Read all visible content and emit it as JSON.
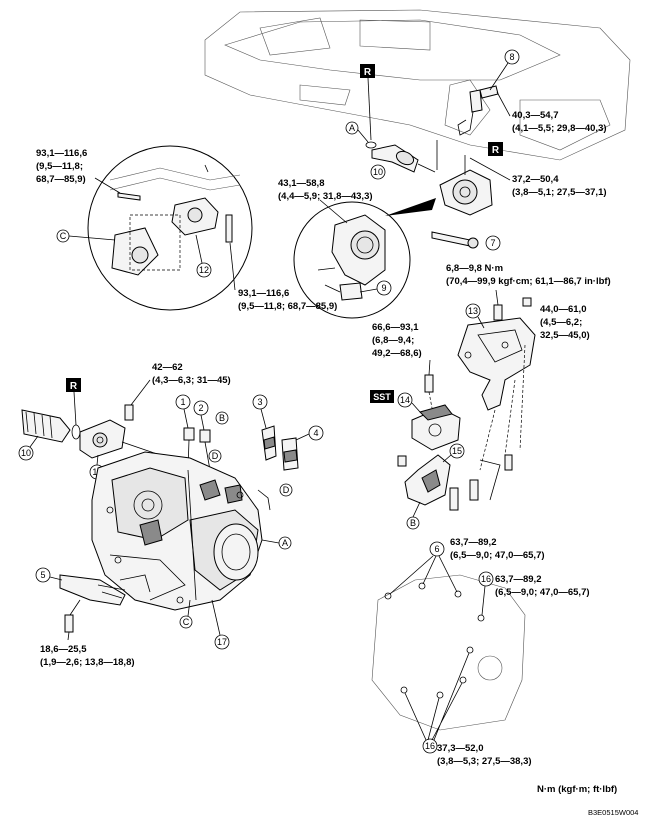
{
  "callouts": {
    "c1": "1",
    "c2": "2",
    "c3": "3",
    "c4": "4",
    "c5": "5",
    "c6": "6",
    "c7": "7",
    "c8": "8",
    "c9": "9",
    "c10a": "10",
    "c10b": "10",
    "c11": "11",
    "c12": "12",
    "c13": "13",
    "c14": "14",
    "c15": "15",
    "c16a": "16",
    "c16b": "16",
    "c17": "17"
  },
  "letters": {
    "a1": "A",
    "a2": "A",
    "b1": "B",
    "b2": "B",
    "c1": "C",
    "c2": "C",
    "d1": "D",
    "d2": "D"
  },
  "markers": {
    "r1": "R",
    "r2": "R",
    "r3": "R",
    "sst": "SST"
  },
  "torques": {
    "t8": [
      "40,3—54,7",
      "(4,1—5,5; 29,8—40,3)"
    ],
    "t7u": [
      "37,2—50,4",
      "(3,8—5,1; 27,5—37,1)"
    ],
    "tk": [
      "43,1—58,8",
      "(4,4—5,9; 31,8—43,3)"
    ],
    "tcl": [
      "93,1—116,6",
      "(9,5—11,8;",
      "68,7—85,9)"
    ],
    "tcb": [
      "93,1—116,6",
      "(9,5—11,8; 68,7—85,9)"
    ],
    "t7": [
      "6,8—9,8 N·m",
      "(70,4—99,9 kgf·cm; 61,1—86,7 in·lbf)"
    ],
    "t13": [
      "44,0—61,0",
      "(4,5—6,2;",
      "32,5—45,0)"
    ],
    "t14": [
      "66,6—93,1",
      "(6,8—9,4;",
      "49,2—68,6)"
    ],
    "t11": [
      "42—62",
      "(4,3—6,3; 31—45)"
    ],
    "t6": [
      "63,7—89,2",
      "(6,5—9,0; 47,0—65,7)"
    ],
    "t16": [
      "63,7—89,2",
      "(6,5—9,0; 47,0—65,7)"
    ],
    "t5": [
      "18,6—25,5",
      "(1,9—2,6; 13,8—18,8)"
    ],
    "t16b": [
      "37,3—52,0",
      "(3,8—5,3; 27,5—38,3)"
    ]
  },
  "units_note": "N·m (kgf·m; ft·lbf)",
  "figure_code": "B3E0515W004"
}
